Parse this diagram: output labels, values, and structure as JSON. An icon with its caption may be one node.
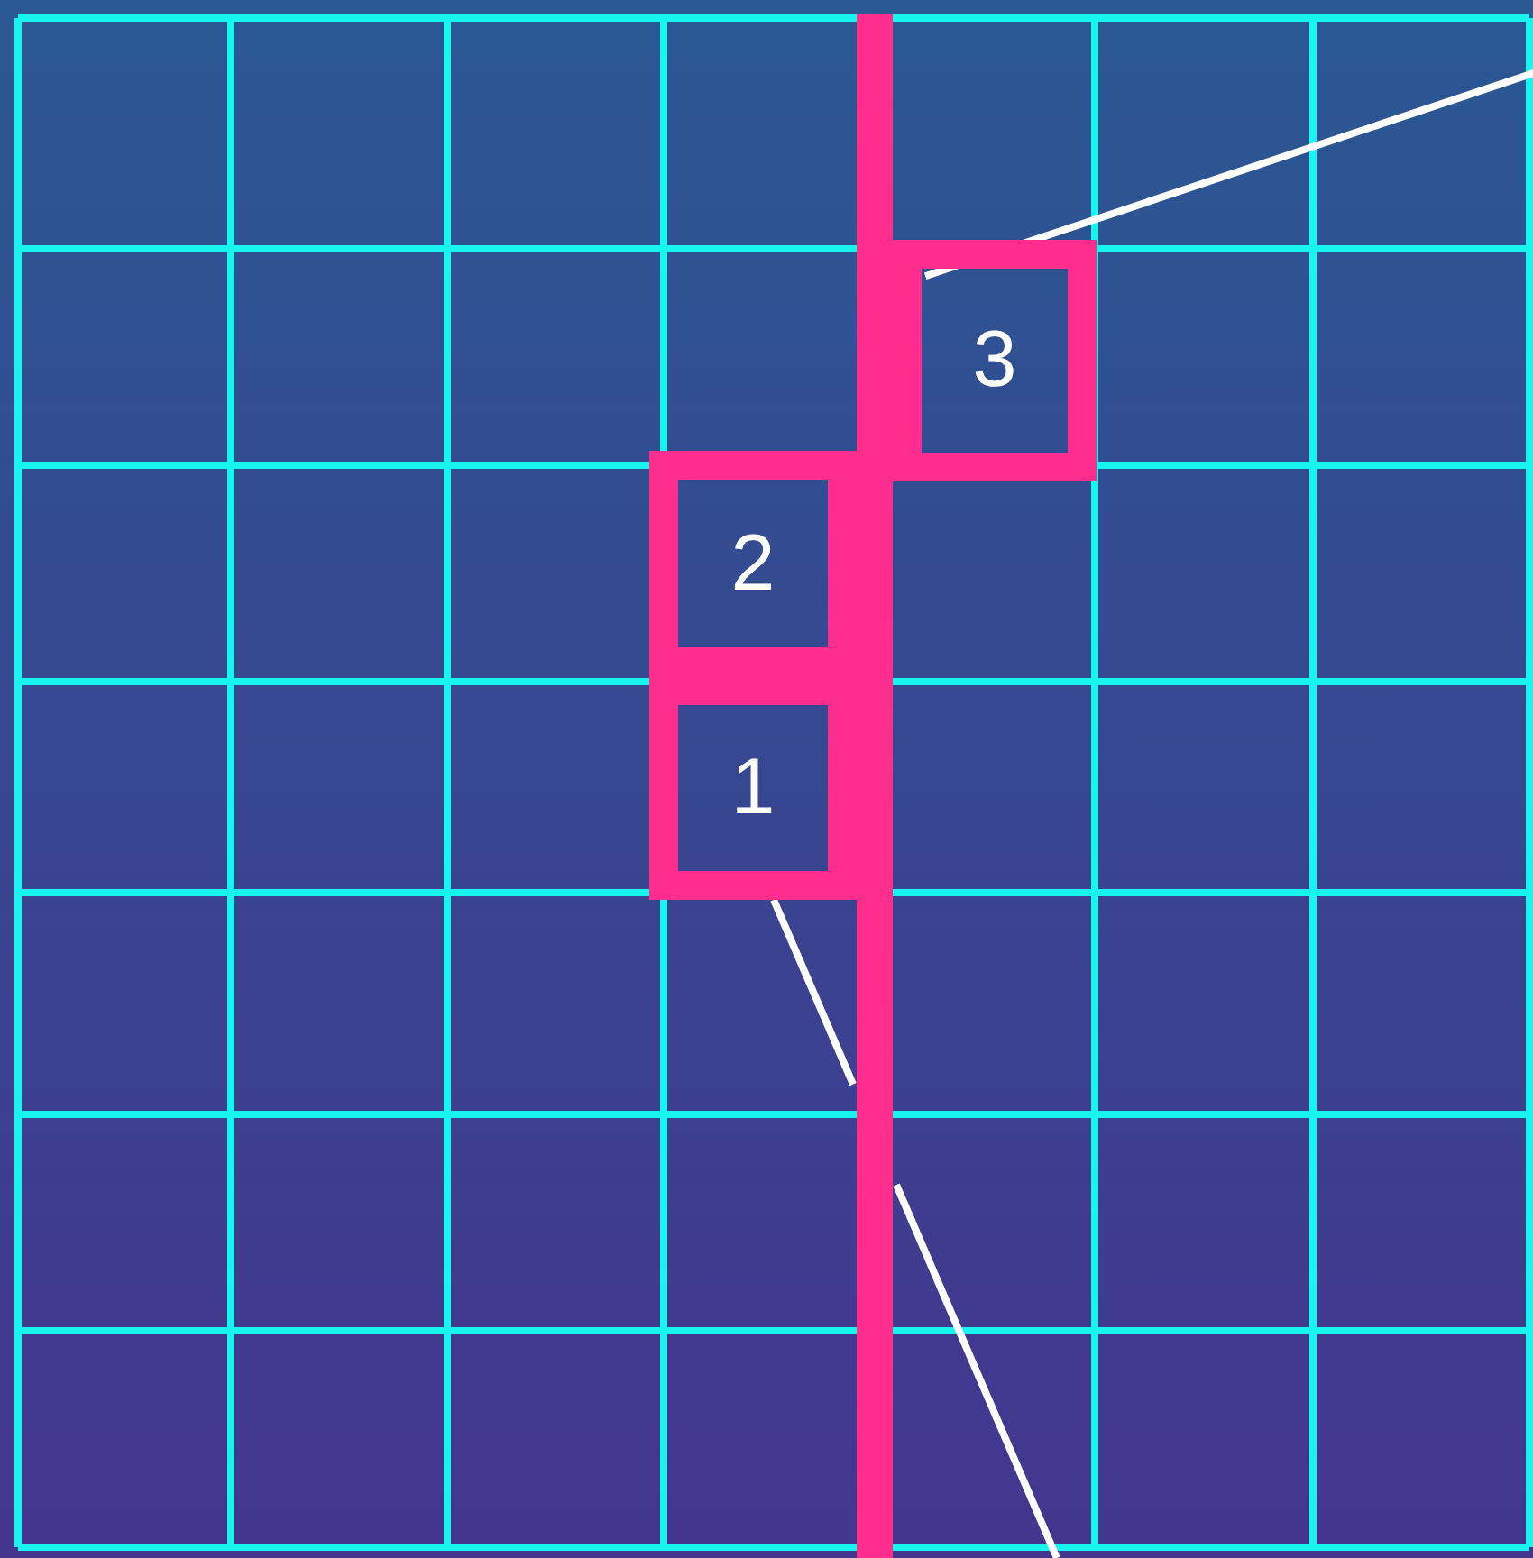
{
  "diagram": {
    "nodes": [
      {
        "text": [
          "3"
        ]
      },
      {
        "text": [
          "2"
        ]
      },
      {
        "text": [
          "1"
        ]
      }
    ],
    "edges": [
      {
        "from": 0,
        "to": null,
        "arrow": "none"
      },
      {
        "from": 2,
        "to": null,
        "arrow": "none"
      }
    ]
  }
}
